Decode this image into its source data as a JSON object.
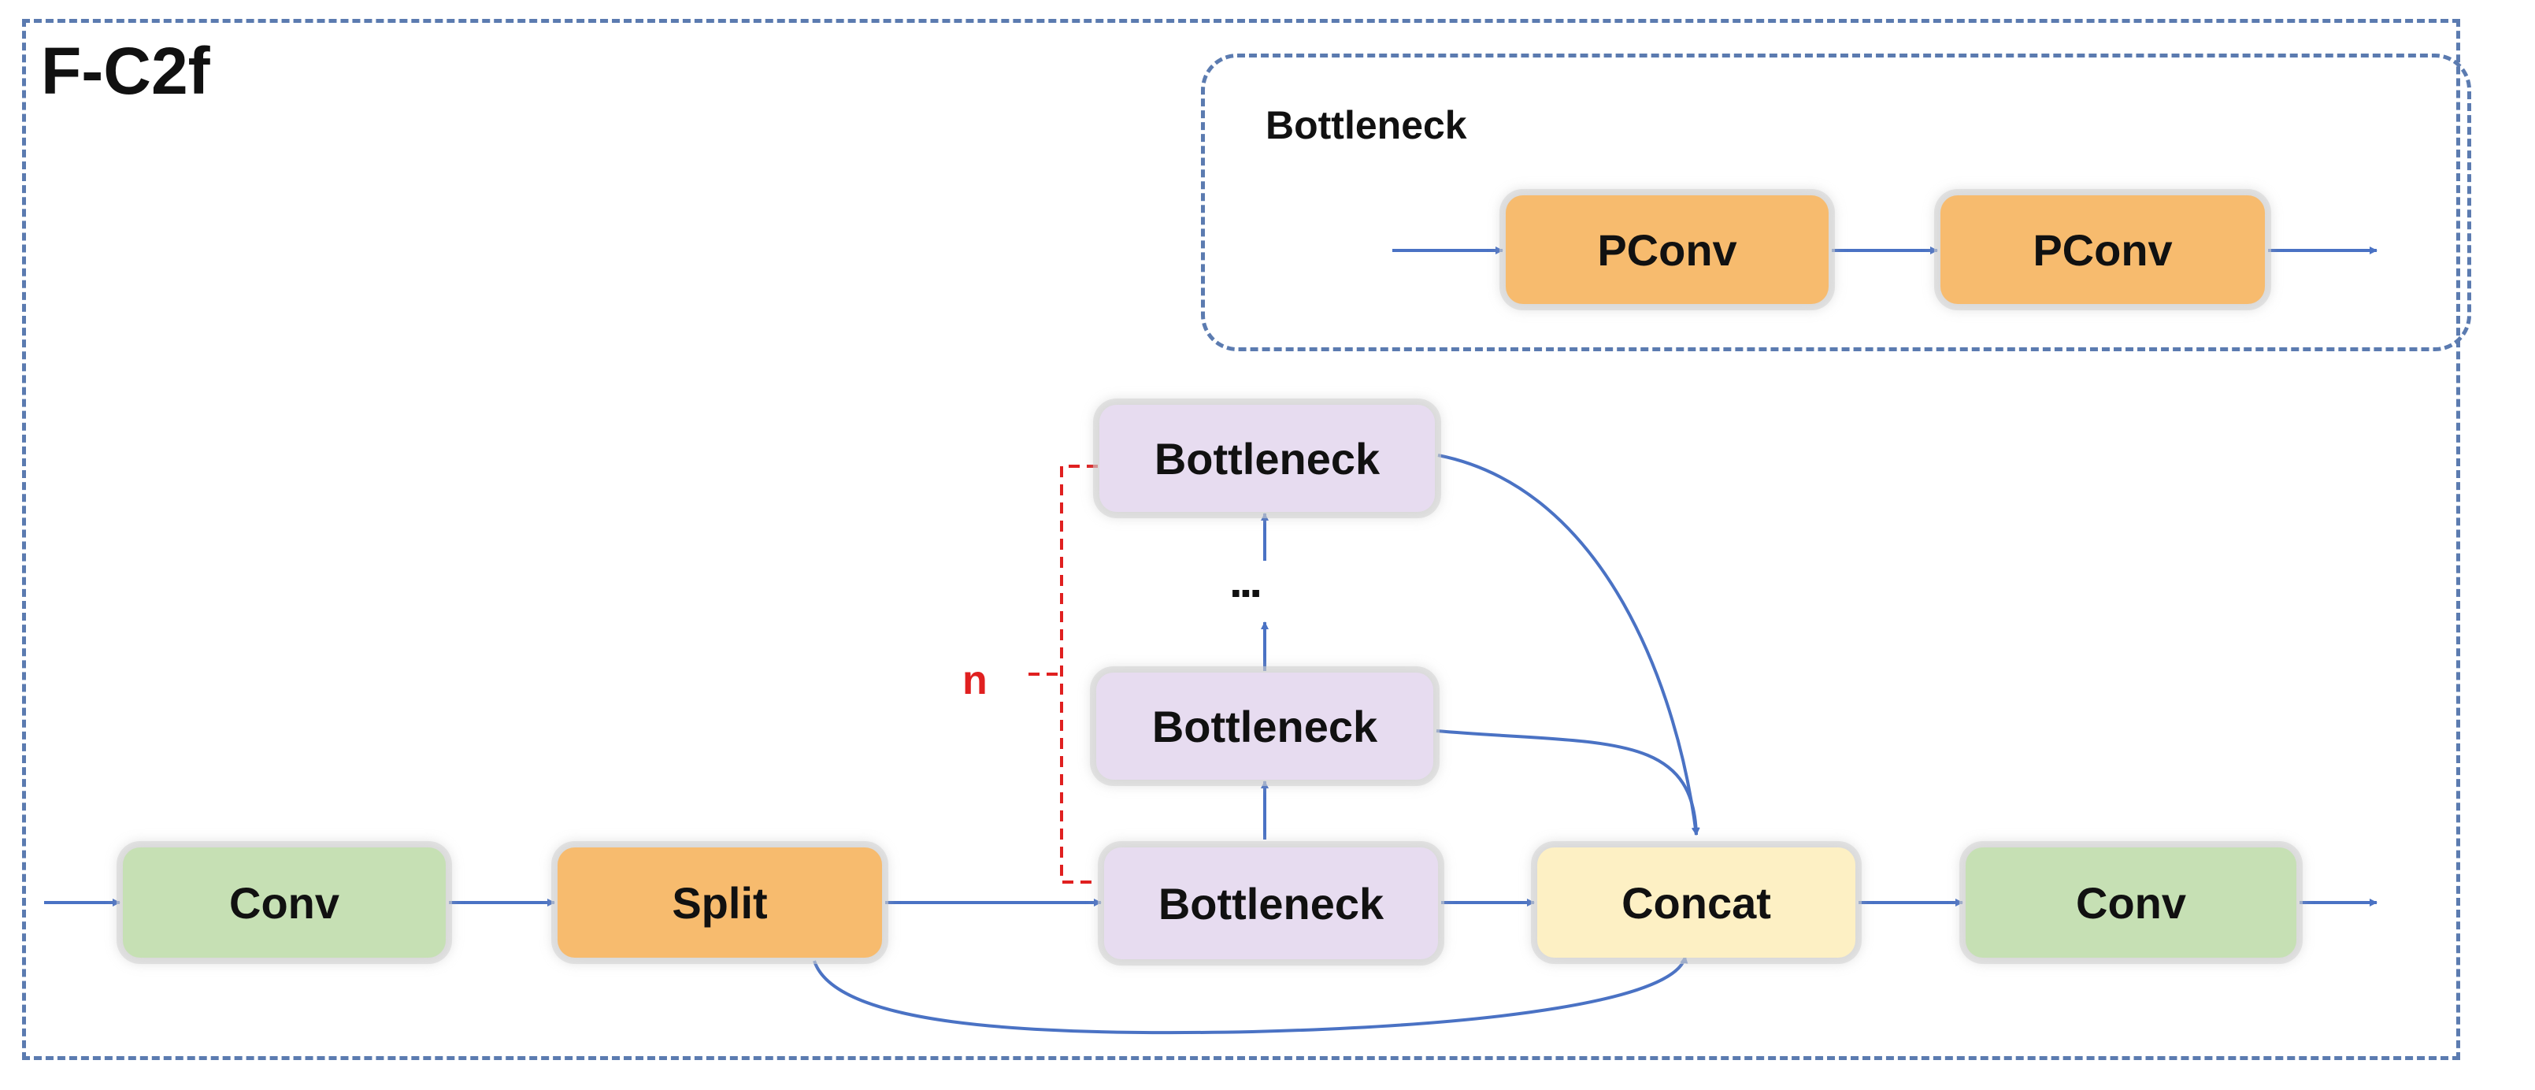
{
  "diagram": {
    "title": "F-C2f",
    "bottleneck_detail": {
      "title": "Bottleneck",
      "blocks": [
        "PConv",
        "PConv"
      ]
    },
    "main_flow": {
      "conv_in": "Conv",
      "split": "Split",
      "bottleneck_bottom": "Bottleneck",
      "bottleneck_middle": "Bottleneck",
      "bottleneck_top": "Bottleneck",
      "ellipsis": "...",
      "concat": "Concat",
      "conv_out": "Conv"
    },
    "repeat_label": "n"
  },
  "colors": {
    "frame": "#5b7bb0",
    "arrow": "#4a72c4",
    "conv": "#c6e0b4",
    "split_pconv": "#f7bb6e",
    "bottleneck": "#e7dcf0",
    "concat": "#fdf0c4",
    "repeat_bracket": "#e02020"
  }
}
